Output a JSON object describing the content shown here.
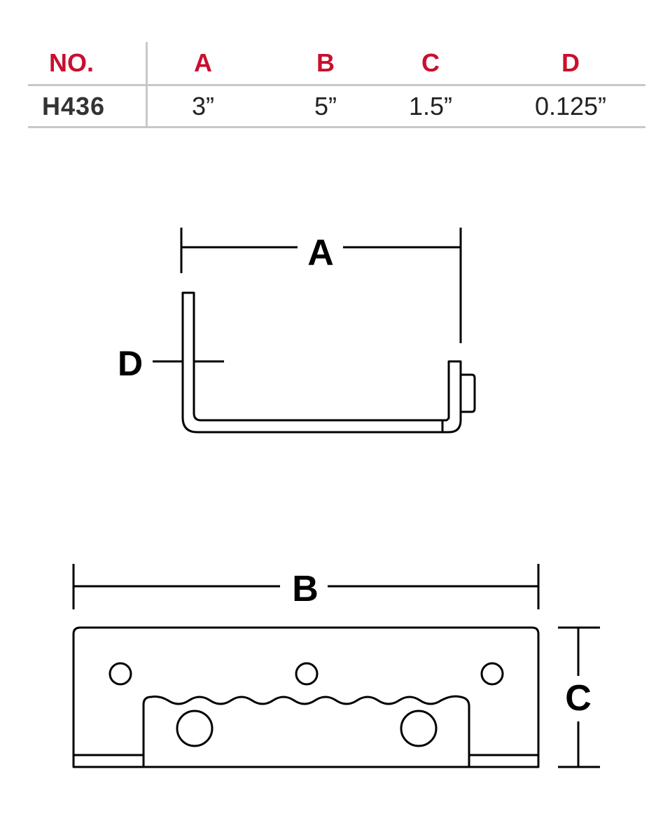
{
  "table": {
    "headers": [
      "NO.",
      "A",
      "B",
      "C",
      "D"
    ],
    "row": [
      "H436",
      "3”",
      "5”",
      "1.5”",
      "0.125”"
    ]
  },
  "diagram": {
    "side_view": {
      "label_a": "A",
      "label_d": "D"
    },
    "front_view": {
      "label_b": "B",
      "label_c": "C"
    }
  },
  "colors": {
    "header_red": "#c8102e",
    "rule_gray": "#c8c8c8",
    "line": "#000000"
  }
}
